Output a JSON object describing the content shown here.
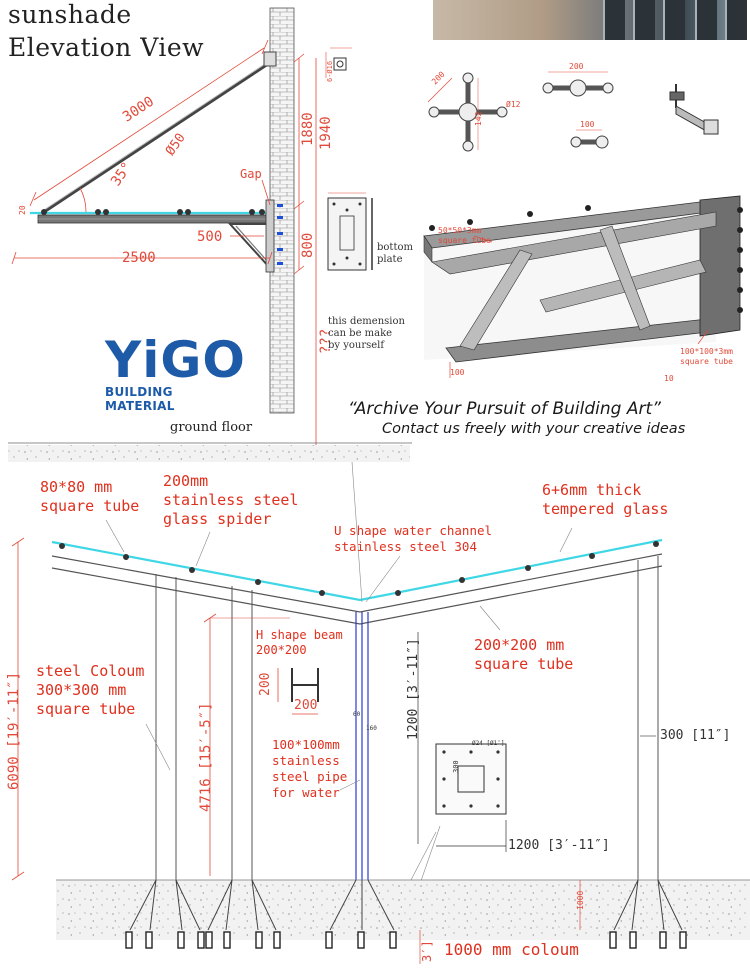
{
  "header": {
    "title_line1": "sunshade",
    "title_line2": "Elevation View"
  },
  "top_diagram": {
    "dims": {
      "diag_length": "3000",
      "dia_50": "Ø50",
      "angle": "35°",
      "h1880": "1880",
      "h1940": "1940",
      "gap": "Gap",
      "w500": "500",
      "h800": "800",
      "w2500": "2500",
      "unknown_height": "???",
      "small_top": "6-Ø16",
      "left_small": "20"
    },
    "bottom_plate_label": "bottom\nplate",
    "custom_note": "this demension\ncan be make\nby yourself",
    "ground_floor": "ground floor"
  },
  "spiders": {
    "four_arm_200": "200",
    "four_arm_142": "142",
    "four_arm_dia": "Ø12",
    "two_arm_200": "200",
    "two_arm_100": "100"
  },
  "perspective": {
    "tube_top": "50*50*3mm\nsquare tube",
    "tube_bottom": "100*100*3mm\nsquare tube",
    "dim_100": "100",
    "dim_10": "10"
  },
  "brand": {
    "logo": "YiGO",
    "logo_sub": "BUILDING MATERIAL"
  },
  "slogan": {
    "line1": "“Archive Your Pursuit of Building Art”",
    "line2": "Contact us freely with your creative ideas"
  },
  "carport": {
    "labels": {
      "square_tube_80": "80*80 mm\nsquare tube",
      "glass_spider": "200mm\nstainless steel\nglass spider",
      "tempered_glass": "6+6mm thick\ntempered glass",
      "water_channel": "U shape water channel\nstainless steel 304",
      "h_beam": "H shape beam\n200*200",
      "square_tube_200": "200*200 mm\nsquare tube",
      "steel_column": "steel Coloum\n300*300 mm\nsquare tube",
      "steel_pipe": "100*100mm\nstainless\nsteel pipe\nfor water",
      "column_1000": "1000 mm coloum"
    },
    "dims": {
      "height_6090": "6090 [19′-11″]",
      "height_4716": "4716 [15′-5″]",
      "h_beam_h": "200",
      "h_beam_w": "200",
      "plate_1200_v": "1200 [3′-11″]",
      "plate_1200_h": "1200 [3′-11″]",
      "col_300": "300 [11″]",
      "pipe_60": "60",
      "pipe_160": "160",
      "plate_300": "300",
      "plate_small": "Ø24 [Ø1″]",
      "foot_1000": "1000",
      "foot_3": "3′]"
    }
  },
  "colors": {
    "red": "#e0301e",
    "glass": "#3fd7e6",
    "brand_blue": "#1d5aa8",
    "steel": "#555555"
  }
}
